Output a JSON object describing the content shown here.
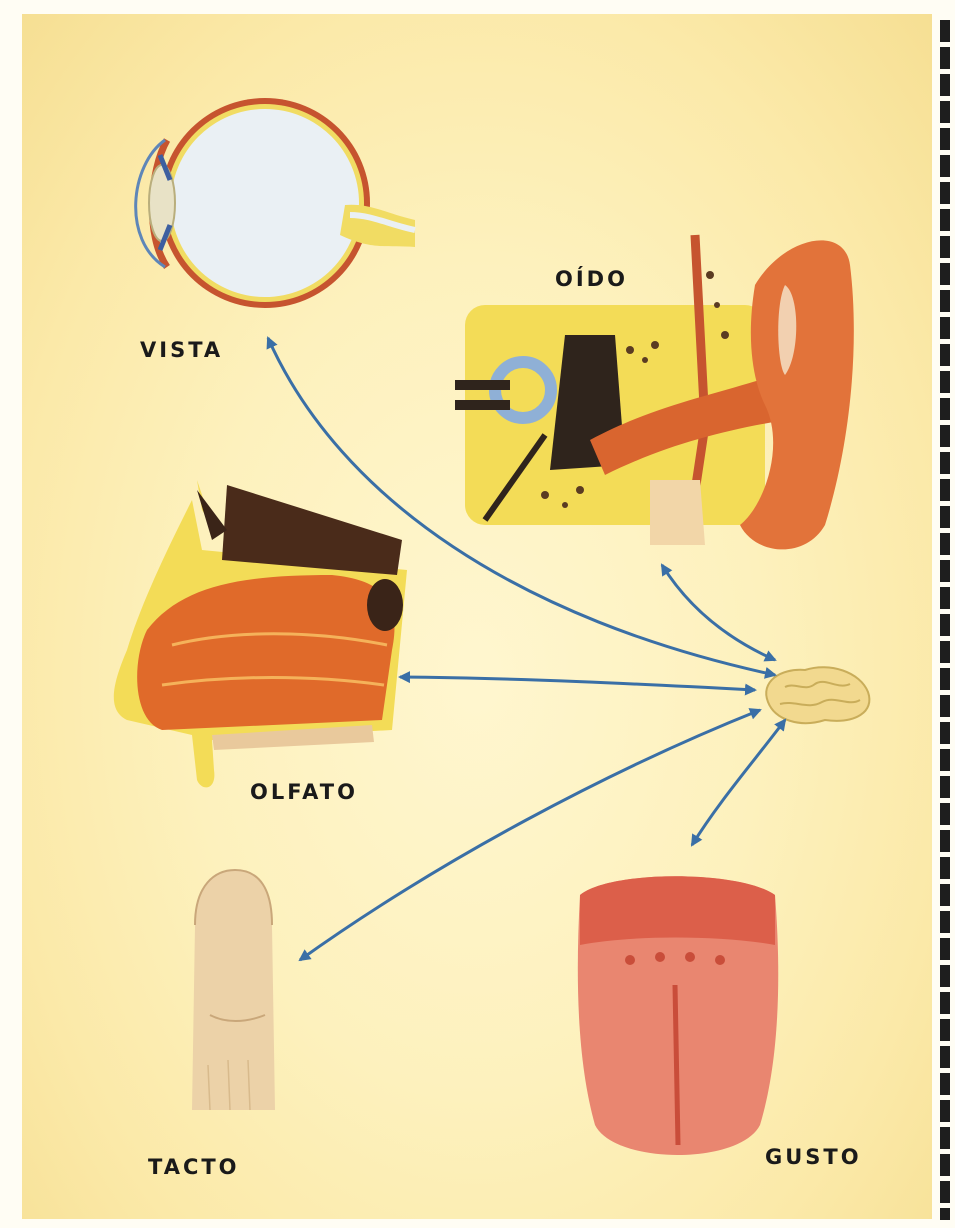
{
  "labels": {
    "vista": "VISTA",
    "oido": "OÍDO",
    "olfato": "OLFATO",
    "tacto": "TACTO",
    "gusto": "GUSTO"
  },
  "colors": {
    "arrow": "#3a6fa6",
    "skin": "#e2733a",
    "eye_rim": "#c95a36",
    "bone_yellow": "#f3dc57",
    "brain": "#f2d98f",
    "tongue": "#e6735c",
    "finger": "#e9c99c"
  },
  "diagram": {
    "center": "brain-icon",
    "connections": [
      "vista",
      "oido",
      "olfato",
      "tacto",
      "gusto"
    ]
  }
}
